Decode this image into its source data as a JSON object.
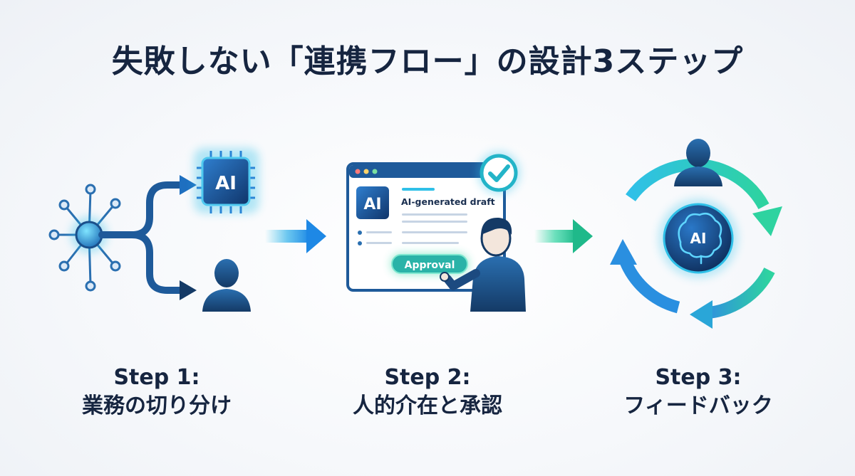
{
  "title": "失敗しない「連携フロー」の設計3ステップ",
  "steps": [
    {
      "label": "Step 1:",
      "name": "業務の切り分け"
    },
    {
      "label": "Step 2:",
      "name": "人的介在と承認"
    },
    {
      "label": "Step 3:",
      "name": "フィードバック"
    }
  ],
  "icons": {
    "ai_chip_text": "AI",
    "doc_ai_text": "AI",
    "draft_text": "AI-generated draft",
    "approval_text": "Approval",
    "brain_ai_text": "AI"
  },
  "colors": {
    "navy": "#162540",
    "blue": "#1e5a9a",
    "cyan": "#2fc0e8",
    "green": "#2ed3a0"
  }
}
